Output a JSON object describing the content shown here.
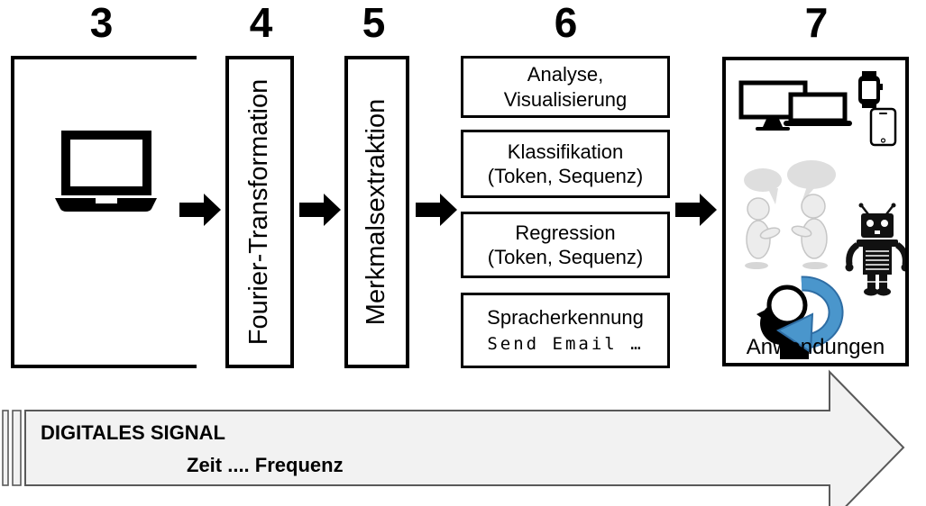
{
  "steps": {
    "s3": {
      "number": "3",
      "icon": "laptop-icon"
    },
    "s4": {
      "number": "4",
      "label": "Fourier-Transformation"
    },
    "s5": {
      "number": "5",
      "label": "Merkmalsextraktion"
    },
    "s6": {
      "number": "6",
      "boxes": [
        {
          "line1": "Analyse,",
          "line2": "Visualisierung"
        },
        {
          "line1": "Klassifikation",
          "line2": "(Token, Sequenz)"
        },
        {
          "line1": "Regression",
          "line2": "(Token, Sequenz)"
        },
        {
          "line1": "Spracherkennung",
          "line2": "Send Email …"
        }
      ]
    },
    "s7": {
      "number": "7",
      "label": "Anwendungen",
      "icons": [
        "monitor-icon",
        "laptop-icon",
        "smartwatch-icon",
        "smartphone-icon",
        "talking-people-icon",
        "robot-icon",
        "head-loop-arrow-icon"
      ]
    }
  },
  "signal_arrow": {
    "title": "DIGITALES SIGNAL",
    "subtitle": "Zeit .... Frequenz"
  },
  "colors": {
    "box_border": "#000000",
    "signal_fill": "#f2f2f2",
    "signal_border": "#595959",
    "loop_blue": "#4a96cc",
    "loop_blue_dark": "#2e6da4",
    "figure_gray": "#ececec",
    "figure_stroke": "#c6c6c6",
    "bubble_gray": "#dedede"
  }
}
